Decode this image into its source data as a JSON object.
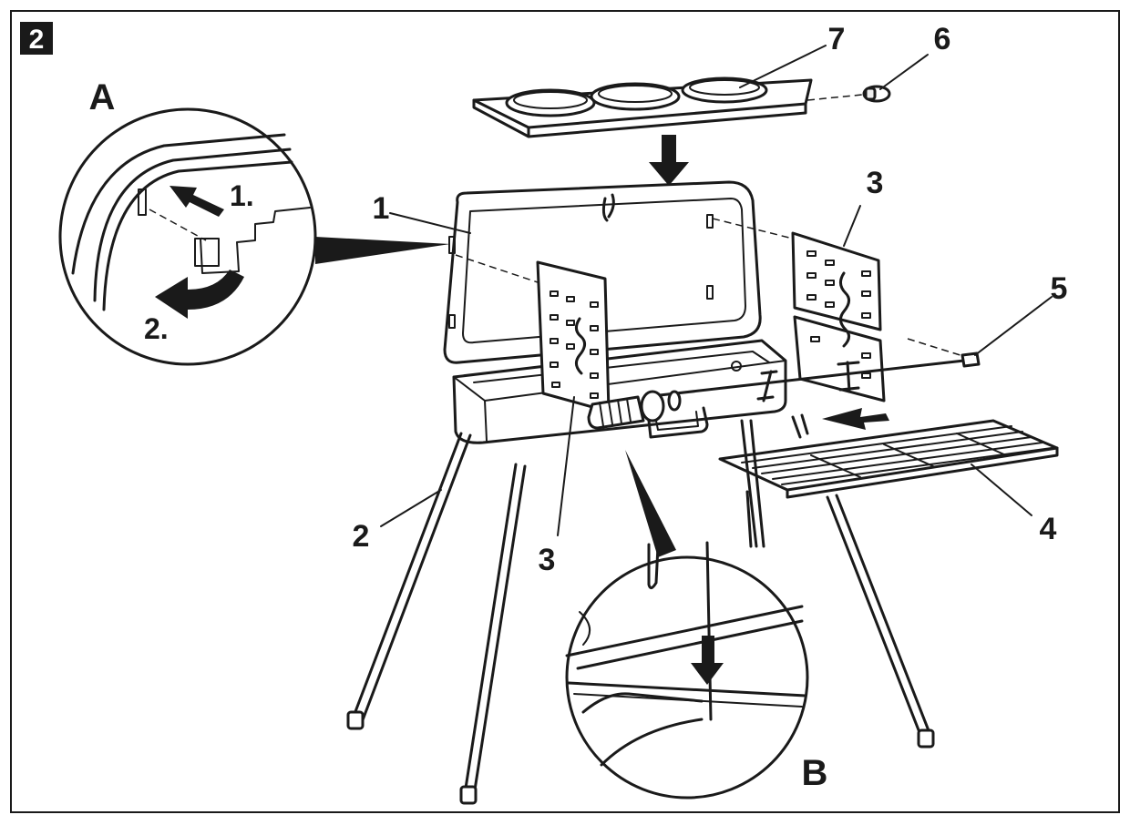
{
  "figure": {
    "number": "2",
    "detail_a": "A",
    "detail_b": "B",
    "steps": [
      "1.",
      "2."
    ],
    "callouts": {
      "c1": "1",
      "c2": "2",
      "c3_left": "3",
      "c3_right": "3",
      "c4": "4",
      "c5": "5",
      "c6": "6",
      "c7": "7"
    }
  },
  "colors": {
    "ink": "#1a1a1a",
    "paper": "#ffffff",
    "badge_text": "#ffffff"
  }
}
